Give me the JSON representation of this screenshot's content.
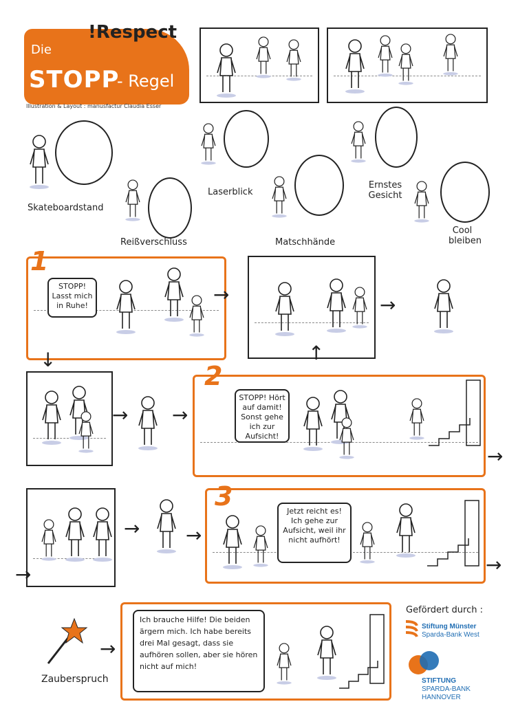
{
  "header": {
    "brand": "!Respect",
    "title_prefix": "Die",
    "title_main": "STOPP",
    "title_suffix": "- Regel",
    "credit": "Illustration & Layout : manusfactur Claudia Esser"
  },
  "techniques": [
    {
      "label": "Skateboardstand"
    },
    {
      "label": "Reißverschluss"
    },
    {
      "label": "Laserblick"
    },
    {
      "label": "Matschhände"
    },
    {
      "label": "Ernstes Gesicht"
    },
    {
      "label": "Cool bleiben"
    }
  ],
  "steps": [
    {
      "number": "1",
      "speech": "STOPP! Lasst mich in Ruhe!"
    },
    {
      "number": "2",
      "speech": "STOPP! Hört auf damit! Sonst gehe ich zur Aufsicht!"
    },
    {
      "number": "3",
      "speech": "Jetzt reicht es! Ich gehe zur Aufsicht, weil ihr nicht aufhört!"
    }
  ],
  "magic": {
    "label": "Zauberspruch",
    "speech": "Ich brauche Hilfe! Die beiden ärgern mich. Ich habe bereits drei Mal gesagt, dass sie aufhören sollen, aber sie hören nicht auf mich!"
  },
  "sponsors": {
    "heading": "Gefördert durch :",
    "s1_line1": "Stiftung Münster",
    "s1_line2": "Sparda-Bank West",
    "s2_line1": "STIFTUNG",
    "s2_line2": "SPARDA-BANK",
    "s2_line3": "HANNOVER"
  },
  "colors": {
    "accent": "#e8731a",
    "sponsor_blue": "#1f6db3"
  }
}
